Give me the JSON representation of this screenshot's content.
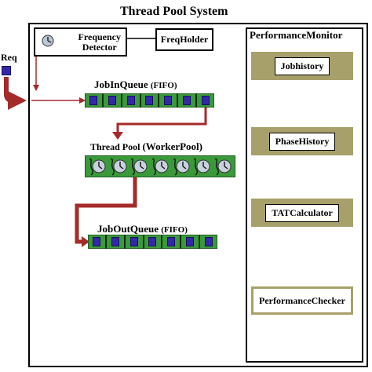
{
  "system": {
    "title": "Thread Pool System"
  },
  "request": {
    "label": "Req"
  },
  "frequency_detector": {
    "label_line1": "Frequency",
    "label_line2": "Detector"
  },
  "freq_holder": {
    "label": "FreqHolder"
  },
  "job_in_queue": {
    "label": "JobInQueue",
    "mode": "(FIFO)",
    "job_count": 7
  },
  "thread_pool": {
    "label_prefix": "Thread Pool",
    "label_suffix": "(WorkerPool)",
    "worker_count": 7
  },
  "job_out_queue": {
    "label": "JobOutQueue",
    "mode": "(FIFO)",
    "job_count": 7
  },
  "performance_monitor": {
    "title": "PerformanceMonitor",
    "items": [
      {
        "label": "Jobhistory"
      },
      {
        "label": "PhaseHistory"
      },
      {
        "label": "TATCalculator"
      },
      {
        "label": "PerformanceChecker"
      }
    ]
  },
  "colors": {
    "queue_green": "#3a9a3a",
    "job_blue": "#3428a8",
    "arrow_red": "#a52a2a",
    "monitor_olive": "#a8a06a"
  }
}
